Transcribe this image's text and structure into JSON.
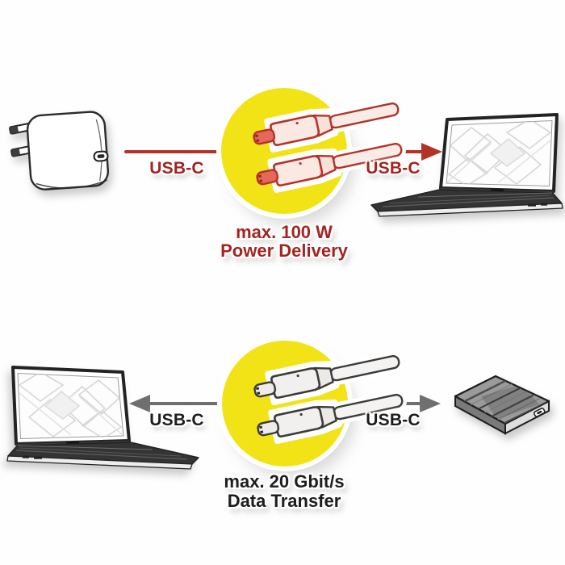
{
  "colors": {
    "bg": "#fefefe",
    "red": "#b43328",
    "redText": "#a32420",
    "yellow": "#f2e317",
    "gray": "#6f6f6f",
    "ink": "#1d1d1d"
  },
  "sections": [
    {
      "name": "power-delivery",
      "left_device": "power-adapter",
      "right_device": "laptop",
      "arrow_direction": "right",
      "left_label": "USB-C",
      "right_label": "USB-C",
      "caption_line1": "max. 100 W",
      "caption_line2": "Power Delivery"
    },
    {
      "name": "data-transfer",
      "left_device": "laptop",
      "right_device": "external-drive",
      "arrow_direction": "both",
      "left_label": "USB-C",
      "right_label": "USB-C",
      "caption_line1": "max. 20 Gbit/s",
      "caption_line2": "Data Transfer"
    }
  ]
}
